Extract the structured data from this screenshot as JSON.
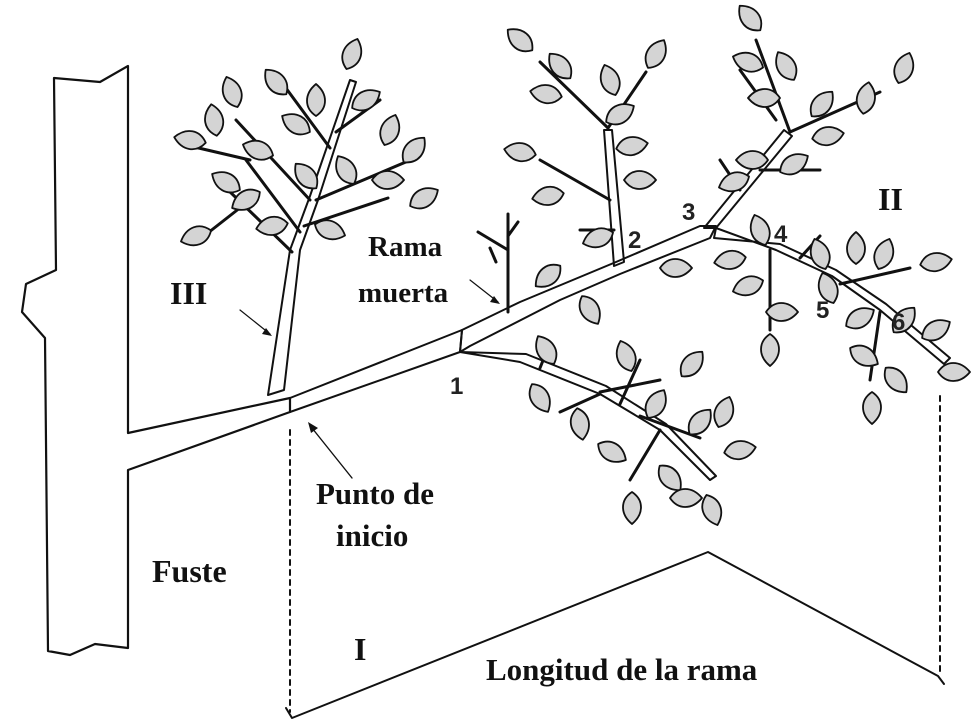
{
  "labels": {
    "fuste": "Fuste",
    "rama_muerta_line1": "Rama",
    "rama_muerta_line2": "muerta",
    "punto_inicio_line1": "Punto de",
    "punto_inicio_line2": "inicio",
    "longitud": "Longitud de la rama",
    "section_i": "I",
    "section_ii": "II",
    "section_iii": "III"
  },
  "branch_numbers": [
    "1",
    "2",
    "3",
    "4",
    "5",
    "6"
  ],
  "colors": {
    "leaf_fill": "#d4d4d4",
    "branch_fill": "#d4d4d4",
    "ink": "#111111"
  }
}
